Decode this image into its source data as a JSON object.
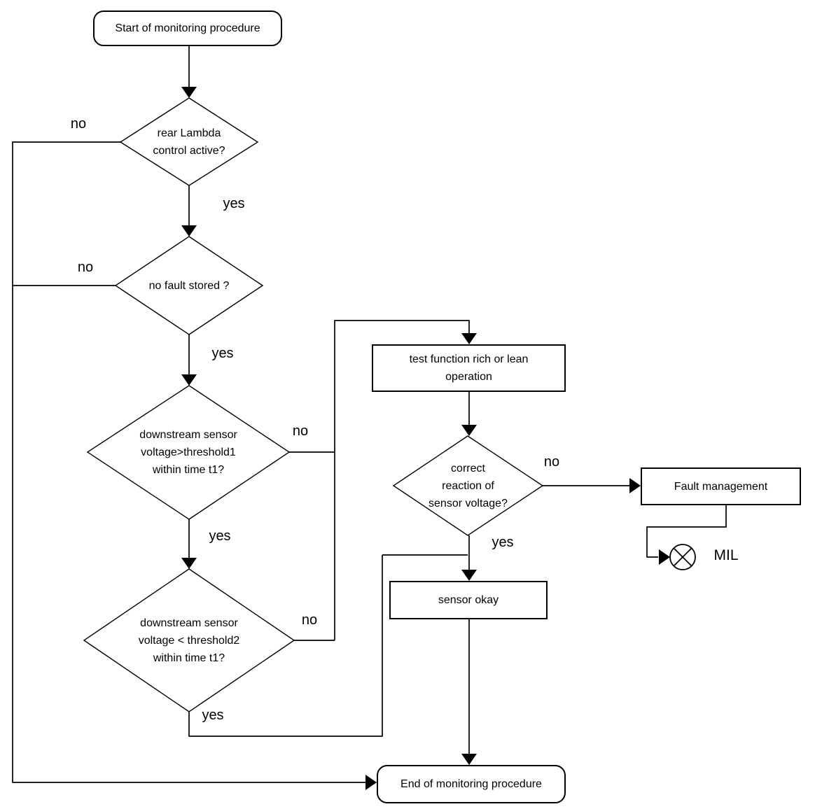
{
  "colors": {
    "ink": "#000000",
    "background": "#ffffff"
  },
  "nodes": {
    "start": {
      "type": "terminator",
      "label": "Start of monitoring procedure"
    },
    "rear_lambda": {
      "type": "decision",
      "label": "rear Lambda\ncontrol active?"
    },
    "no_fault": {
      "type": "decision",
      "label": "no fault stored ?"
    },
    "threshold1": {
      "type": "decision",
      "label": "downstream sensor\nvoltage>threshold1\nwithin time t1?"
    },
    "threshold2": {
      "type": "decision",
      "label": "downstream sensor\nvoltage < threshold2\nwithin time t1?"
    },
    "test_function": {
      "type": "process",
      "label": "test function rich or lean\noperation"
    },
    "correct_reaction": {
      "type": "decision",
      "label": "correct\nreaction of\nsensor voltage?"
    },
    "fault_management": {
      "type": "process",
      "label": "Fault management"
    },
    "sensor_okay": {
      "type": "process",
      "label": "sensor okay"
    },
    "end": {
      "type": "terminator",
      "label": "End of monitoring procedure"
    },
    "mil": {
      "type": "indicator-lamp",
      "label": "MIL"
    }
  },
  "branches": {
    "rear_lambda_no": "no",
    "rear_lambda_yes": "yes",
    "no_fault_no": "no",
    "no_fault_yes": "yes",
    "threshold1_no": "no",
    "threshold1_yes": "yes",
    "threshold2_no": "no",
    "threshold2_yes": "yes",
    "correct_reaction_no": "no",
    "correct_reaction_yes": "yes"
  }
}
